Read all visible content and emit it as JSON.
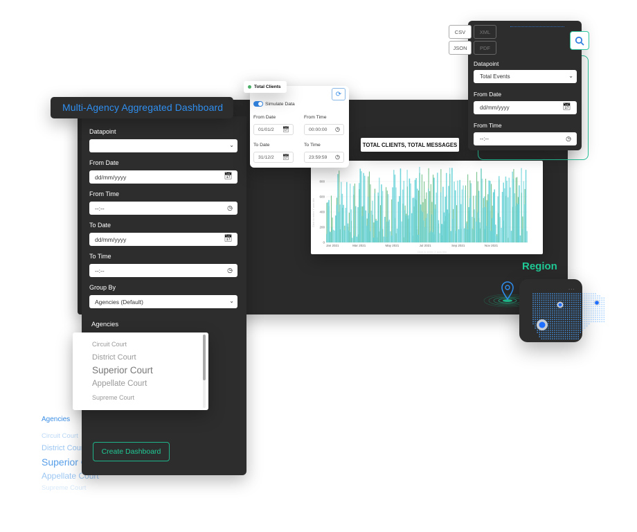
{
  "background_agencies": {
    "title": "Agencies",
    "items": [
      "Circuit Court",
      "District Court",
      "Superior Court",
      "Appellate Court",
      "Supreme Court"
    ]
  },
  "dashboard": {
    "title": "Multi-Agency Aggregated Dashboard",
    "form": {
      "datapoint_label": "Datapoint",
      "datapoint_value": "",
      "from_date_label": "From Date",
      "from_date_placeholder": "dd/mm/yyyy",
      "from_time_label": "From Time",
      "from_time_placeholder": "--:--",
      "to_date_label": "To Date",
      "to_date_placeholder": "dd/mm/yyyy",
      "to_time_label": "To Time",
      "to_time_placeholder": "--:--",
      "group_by_label": "Group By",
      "group_by_value": "Agencies (Default)"
    },
    "agencies_label": "Agencies",
    "agencies": [
      "Circuit Court",
      "District Court",
      "Superior Court",
      "Appellate Court",
      "Supreme Court"
    ],
    "selected_agency": "Superior Court",
    "create_button": "Create Dashboard"
  },
  "simulation": {
    "tab_label": "Total Clients",
    "toggle_label": "Simulate Data",
    "toggle_on": true,
    "from_date_label": "From Date",
    "from_date_value": "01/01/2",
    "from_time_label": "From Time",
    "from_time_value": "00:00:00",
    "to_date_label": "To Date",
    "to_date_value": "31/12/2",
    "to_time_label": "To Time",
    "to_time_value": "23:59:59"
  },
  "chart_header": "TOTAL CLIENTS, TOTAL MESSAGES",
  "export": {
    "buttons": [
      {
        "label": "CSV",
        "enabled": true
      },
      {
        "label": "XML",
        "enabled": false
      },
      {
        "label": "JSON",
        "enabled": true
      },
      {
        "label": "PDF",
        "enabled": false
      }
    ]
  },
  "query_panel": {
    "datapoint_label": "Datapoint",
    "datapoint_value": "Total Events",
    "from_date_label": "From Date",
    "from_date_placeholder": "dd/mm/yyyy",
    "from_time_label": "From Time",
    "from_time_placeholder": "--:--"
  },
  "region": {
    "title": "Region",
    "menu": "..."
  },
  "colors": {
    "accent_blue": "#2f8ff0",
    "accent_teal": "#1fc995",
    "panel_dark": "#2d2d2d",
    "bar_cyan": "#5fd0d6",
    "bar_green": "#4caf68"
  },
  "chart_data": {
    "type": "bar",
    "title": "TOTAL CLIENTS, TOTAL MESSAGES",
    "xlabel": "Click to enter X axis title",
    "ylabel": "Click to enter Y axis title",
    "ylim": [
      0,
      1000
    ],
    "yticks": [
      0,
      200,
      400,
      600,
      800
    ],
    "xticks": [
      "Jan 2021",
      "Mar 2021",
      "May 2021",
      "Jul 2021",
      "Sep 2021",
      "Nov 2021"
    ],
    "grid": true,
    "series": [
      {
        "name": "Total Clients",
        "color": "#4caf68",
        "range": [
          50,
          1000
        ],
        "note": "daily random simulated values, Jan–Dec 2021"
      },
      {
        "name": "Total Messages",
        "color": "#5fd0d6",
        "range": [
          50,
          1000
        ],
        "note": "daily random simulated values, Jan–Dec 2021"
      }
    ]
  }
}
